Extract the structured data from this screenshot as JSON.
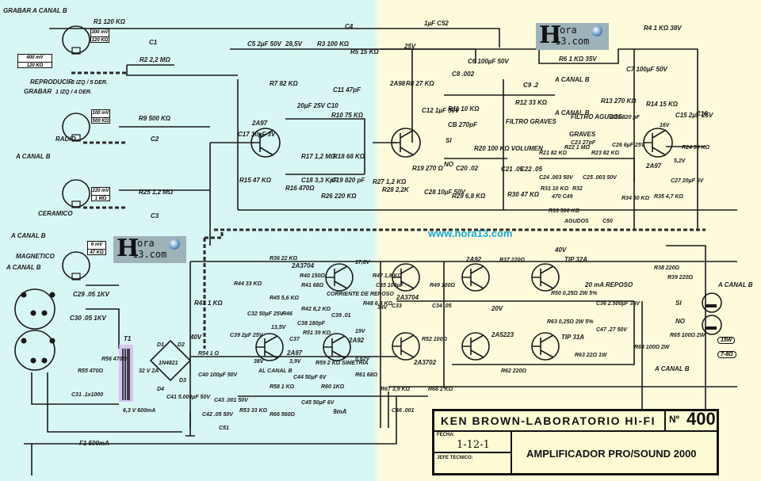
{
  "title_block": {
    "lab_name": "KEN BROWN-LABORATORIO HI-FI",
    "number_label": "Nº",
    "number": "400",
    "fecha_label": "FECHA:",
    "fecha": "1-12-1",
    "jefe_label": "JEFE TECNICO:",
    "model": "AMPLIFICADOR PRO/SOUND 2000"
  },
  "watermark": {
    "logo_line1": "ora",
    "logo_line2": "13.com",
    "logo_glyph": "H",
    "url": "www.hora13.com"
  },
  "inputs": {
    "grabar_canal_b": "GRABAR A CANAL B",
    "a_canal_b": "A CANAL B",
    "reproducir": "REPRODUCIR",
    "reproducir_pins": "3 IZQ / 5 DER.",
    "grabar": "GRABAR",
    "grabar_pins": "1 IZQ / 4 DER.",
    "tape_box": [
      "400 mV",
      "120 KΩ"
    ],
    "tape_box2": [
      "300 mV",
      "120 KΩ"
    ],
    "radio": "RADIO",
    "radio_box": [
      "100 mV",
      "500 KΩ"
    ],
    "ceramico": "CERAMICO",
    "ceramico_box": [
      "220 mV",
      "1 MΩ"
    ],
    "magnetico": "MAGNETICO",
    "magnetico_box": [
      "6 mV",
      "47 KΩ"
    ]
  },
  "components": {
    "R1": "R1 120 KΩ",
    "C1": "C1",
    "R2": "R2 2,2 MΩ",
    "R9": "R9 500 KΩ",
    "C2": "C2",
    "R25": "R25 1,2 MΩ",
    "C3": "C3",
    "C5": "C5 2µF 50V",
    "v1": "28,5V",
    "R7": "R7 82 KΩ",
    "R3": "R3 100 KΩ",
    "C4": "C4",
    "R5": "R5 15 KΩ",
    "C52": "1µF C52",
    "v2": "25V",
    "C11": "C11 47pF",
    "C10": "20µF 25V C10",
    "R10": "R10 75 KΩ",
    "Q1": "2A97",
    "C17": "C17 10µF 3V",
    "R15": "R15 47 KΩ",
    "R16": "R16 470Ω",
    "R17": "R17 1,2 MΩ",
    "R18": "R18 68 KΩ",
    "C18": "C18 3,3 KpF",
    "C19": "C19 820 pF",
    "R26": "R26 220 KΩ",
    "R27": "R27 1,2 KΩ",
    "R28": "R28 2,2K",
    "Q2": "2A98",
    "R8": "R8 27 KΩ",
    "C8": "C8 .002",
    "C6": "C6 100µF 50V",
    "C12": "C12 1µF 50V",
    "R11": "R11 10 KΩ",
    "CB": "CB 270pF",
    "R19": "R19 270 Ω",
    "C28": "C28 10µF 50V",
    "R29": "R29 6,8 KΩ",
    "C20": "C20 .02",
    "R20": "R20 100 KΩ VOLUMEN",
    "SI": "SI",
    "NO": "NO",
    "C9": "C9 .2",
    "a_canal_b_2": "A CANAL B",
    "R12": "R12 33 KΩ",
    "a_canal_b_3": "A CANAL B",
    "filtro_graves": "FILTRO GRAVES",
    "filtro_agudos": "FILTRO AGUDOS",
    "graves": "GRAVES",
    "C21": "C21 .05",
    "C22": "C22 .05",
    "R30": "R30 47 KΩ",
    "R21": "R21 82 KΩ",
    "R22": "R22 1 MΩ",
    "R23": "R23 82 KΩ",
    "C23": "C23 27pF",
    "C24": "C24 .003 50V",
    "C25": "C25 .003 50V",
    "R31": "R31 10 KΩ",
    "R32": "R32",
    "C49": "470 C49",
    "R33": "R33 500 KΩ",
    "agudos": "AGUDOS",
    "C50": "C50",
    "C13": "C13 820 pF",
    "C26": "C26 6µF 25V",
    "R6": "R6 1 KΩ 35V",
    "R4": "R4 1 KΩ 38V",
    "C7": "C7 100µF 50V",
    "R13": "R13 270 KΩ",
    "R14": "R14 15 KΩ",
    "R34": "R34 50 KΩ",
    "Q3": "2A97",
    "v_q3": "16V",
    "v_q3e": "5,2V",
    "C15": "C15 2µF 25V",
    "C16": "C16",
    "R24": "R24 50 KΩ",
    "C27": "C27 20µF 6V",
    "R35": "R35 4,7 KΩ",
    "C29": "C29 .05 1KV",
    "C30": "C30 .05 1KV",
    "T1": "T1",
    "T1_sec": "32 V 2A",
    "T1_fil": "6,3 V 600mA",
    "R55": "R55 470Ω",
    "R56": "R56 470Ω",
    "C31": "C31 .1x1000",
    "bridge": "1N4821",
    "D1": "D1",
    "D2": "D2",
    "D3": "D3",
    "D4": "D4",
    "C41": "C41 5.000µF 50V",
    "C42": "C42 .05 50V",
    "C43": "C43 .001 50V",
    "C51": "C51",
    "F1": "F1 500mA",
    "R43": "R43 1 KΩ",
    "R54": "R54 1 Ω",
    "v40": "40V",
    "C40": "C40 100µF 50V",
    "C39": "C39 2µF 25V",
    "v38": "38V",
    "R36": "R36 22 KΩ",
    "Q4": "2A3704",
    "R40": "R40 150Ω",
    "R41": "R41 68Ω",
    "corriente": "CORRIENTE DE REPOSO",
    "R44": "R44 33 KΩ",
    "C32": "C32 50µF 25V",
    "R45": "R45 5,6 KΩ",
    "R46": "R46",
    "Q5": "2A97",
    "v_q5": "13,5V",
    "v_q5e": "3,9V",
    "C37": "C37",
    "R42": "R42 8,2 KΩ",
    "C38": "C38 180pF",
    "C39b": "C39 .01",
    "R51": "R51 39 KΩ",
    "R59": "R59 2 KΩ SIMETRIA",
    "R60": "R60 1KΩ",
    "Q6": "2A92",
    "v_q6": "19V",
    "v_q6e": "0,62V",
    "R61": "R61 68Ω",
    "al_canal_b": "AL CANAL B",
    "R58": "R58 1 KΩ",
    "C44": "C44 50µF 6V",
    "C45": "C45 50µF 6V",
    "R66": "R66 560Ω",
    "R53": "R53 33 KΩ",
    "9mA": "9mA",
    "v17": "17,8V",
    "R47": "R47 1,8 KΩ",
    "C35": "C35 100µF",
    "R48": "R48 6,8 KΩ",
    "v34": "34V",
    "Q7": "2A3704",
    "C33": "C33",
    "R49": "R49 100Ω",
    "C34": "C34 .05",
    "Q8": "2A92",
    "R37": "R37 220Ω",
    "Q9": "TIP 32A",
    "v40b": "40V",
    "R50": "R50 0,25Ω 2W 5%",
    "v20": "20V",
    "Q10": "2A3702",
    "R52": "R52 100Ω",
    "Q11": "2A5223",
    "R62": "R62 220Ω",
    "Q12": "TIP 31A",
    "R63_lbl": "R63 0,25Ω 2W 5%",
    "reposo": "20 mA REPOSO",
    "C36": "C36 2.500µF 35V",
    "C47": "C47 .27 50V",
    "R63": "R63 22Ω 1W",
    "R67": "R67 3,9 KΩ",
    "C46": "C46 .001",
    "R68": "R68 1 KΩ",
    "R38": "R38 220Ω",
    "R39": "R39 220Ω",
    "R64": "R64 100Ω 2W",
    "R65": "R65 100Ω 2W",
    "si2": "SI",
    "no2": "NO",
    "a_canal_b_out": "A CANAL B",
    "a_canal_lb": "A CANAL B",
    "spk_w": "15W",
    "spk_ohm": "7-8Ω"
  }
}
